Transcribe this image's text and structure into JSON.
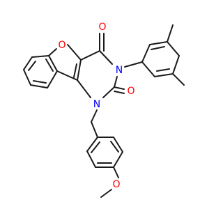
{
  "molecule": {
    "colors": {
      "bond": "#1a1a1a",
      "oxygen": "#ff0000",
      "nitrogen": "#0000ff",
      "background": "#ffffff"
    },
    "labels": {
      "furan_o": "O",
      "carbonyl_o_top": "O",
      "n3": "N",
      "carbonyl_o_right": "O",
      "n1": "N",
      "methoxy_o": "O"
    }
  }
}
